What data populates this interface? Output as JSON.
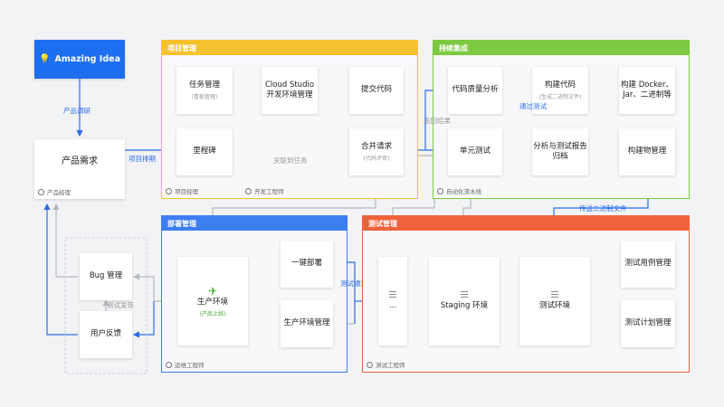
{
  "idea": {
    "label": "Amazing Idea"
  },
  "product": {
    "title": "产品需求",
    "role": "产品经理"
  },
  "labels": {
    "research": "产品调研",
    "schedule": "项目排期",
    "link_task": "关联到任务",
    "return_result": "返回结果",
    "pass_test": "通过测试",
    "send_binary": "传送二进制文件",
    "test_pass": "测试通过",
    "test_found": "测试发现"
  },
  "project": {
    "title": "项目管理",
    "task": "任务管理",
    "task_sub": "(看板管理)",
    "milestone": "里程碑",
    "cloud": "Cloud Studio 开发环境管理",
    "commit": "提交代码",
    "merge": "合并请求",
    "merge_sub": "(代码评审)",
    "role1": "项目经理",
    "role2": "开发工程师"
  },
  "ci": {
    "title": "持续集成",
    "quality": "代码质量分析",
    "build": "构建代码",
    "build_sub": "(生成二进制文件)",
    "docker": "构建 Docker、Jar、二进制等",
    "unit": "单元测试",
    "report": "分析与测试报告归档",
    "artifact": "构建物管理",
    "role": "自动化流水线"
  },
  "deploy": {
    "title": "部署管理",
    "one_click": "一键部署",
    "prod_env_mgmt": "生产环境管理",
    "prod": "生产环境",
    "prod_sub": "(产品上线)",
    "role": "运维工程师"
  },
  "test": {
    "title": "测试管理",
    "dots": "...",
    "staging": "Staging 环境",
    "env": "测试环境",
    "case": "测试用例管理",
    "plan": "测试计划管理",
    "role": "测试工程师"
  },
  "feedback": {
    "bug": "Bug 管理",
    "user": "用户反馈"
  },
  "colors": {
    "project": "#f5c12e",
    "ci": "#7dc93f",
    "deploy": "#3d7ef0",
    "test": "#f0623b",
    "idea": "#1e6ff0",
    "arrow_blue": "#2b6de8",
    "arrow_gray": "#b5b9bf"
  }
}
